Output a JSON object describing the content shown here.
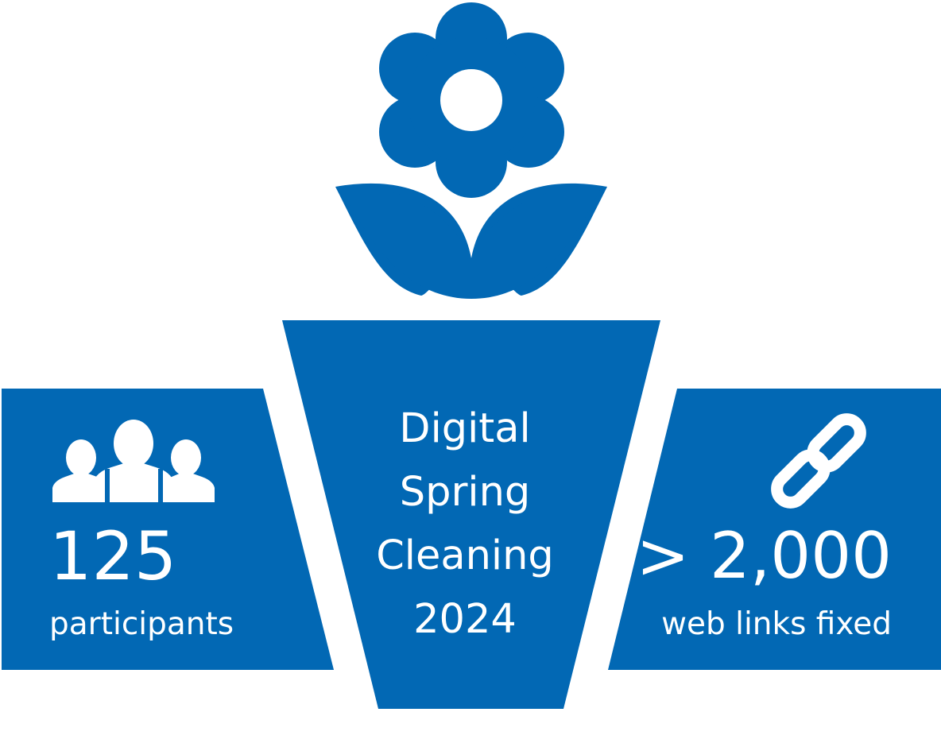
{
  "colors": {
    "brand_blue": "#0268B4",
    "text": "#FFFFFF",
    "background": "#FFFFFF"
  },
  "icons": {
    "flower": "flower-icon",
    "people": "people-group-icon",
    "link": "chain-link-icon"
  },
  "center": {
    "title_lines": [
      "Digital",
      "Spring",
      "Cleaning",
      "2024"
    ]
  },
  "left_panel": {
    "number": "125",
    "label": "participants"
  },
  "right_panel": {
    "number": "> 2,000",
    "label": "web links fixed"
  }
}
